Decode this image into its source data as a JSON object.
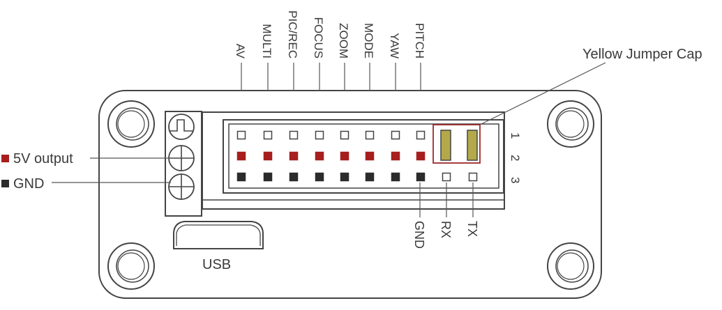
{
  "top_labels": [
    "AV",
    "MULTI",
    "PIC/REC",
    "FOCUS",
    "ZOOM",
    "MODE",
    "YAW",
    "PITCH"
  ],
  "row_numbers": [
    "1",
    "2",
    "3"
  ],
  "bottom_labels": [
    "GND",
    "RX",
    "TX"
  ],
  "callouts": {
    "jumper": "Yellow Jumper Cap",
    "power": "5V output",
    "ground": "GND",
    "usb": "USB"
  },
  "colors": {
    "outline": "#444444",
    "power_pin": "#a61e1e",
    "ground_pin": "#2b2b2b",
    "jumper_fill": "#b3a94a",
    "jumper_frame": "#9b2a2a"
  },
  "icons": {
    "mount_hole": "circle-ring",
    "terminal_screw": "crossed-circle"
  }
}
